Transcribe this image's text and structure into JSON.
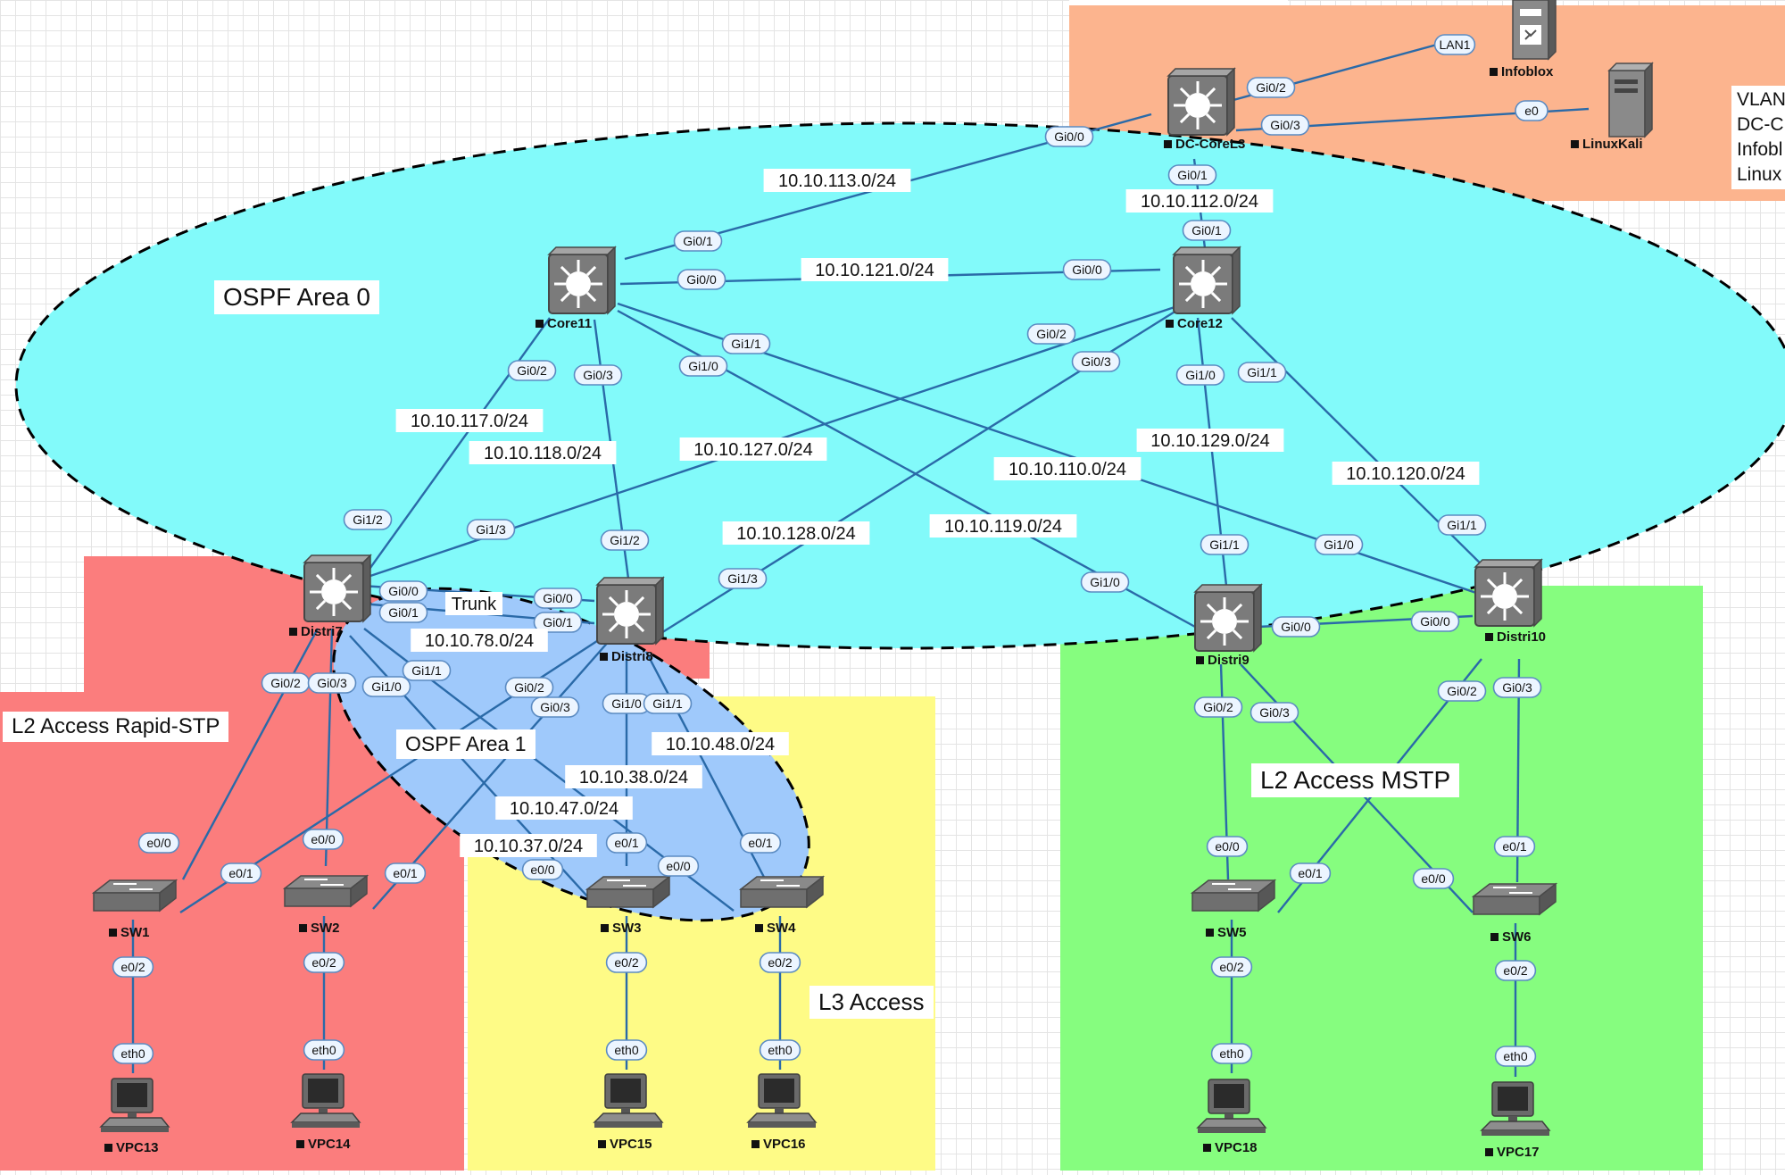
{
  "colors": {
    "dc_zone": "#fcb48e",
    "l2_rapid_zone": "#fb7d7d",
    "l3_zone": "#fefb86",
    "l2_mstp_zone": "#86fd7f",
    "area0": "#82fafa",
    "area1": "#9fc9fb",
    "link": "#2a6aa8",
    "port_fill": "#ecf5ff",
    "port_stroke": "#5b8bc2"
  },
  "zones": [
    {
      "id": "l2_rapid",
      "label": "L2 Access Rapid-STP"
    },
    {
      "id": "l3",
      "label": "L3 Access"
    },
    {
      "id": "l2_mstp",
      "label": "L2 Access MSTP"
    }
  ],
  "areas": [
    {
      "id": "area0",
      "label": "OSPF Area 0"
    },
    {
      "id": "area1",
      "label": "OSPF Area 1"
    }
  ],
  "side_text": [
    "VLAN",
    "DC-C",
    "Infobl",
    "Linux"
  ],
  "nodes": [
    {
      "id": "infoblox",
      "label": "Infoblox",
      "kind": "firewall-icon"
    },
    {
      "id": "linuxkali",
      "label": "LinuxKali",
      "kind": "server-icon"
    },
    {
      "id": "dccore",
      "label": "DC-CoreL3",
      "kind": "l3-switch-icon"
    },
    {
      "id": "core11",
      "label": "Core11",
      "kind": "l3-switch-icon"
    },
    {
      "id": "core12",
      "label": "Core12",
      "kind": "l3-switch-icon"
    },
    {
      "id": "distri7",
      "label": "Distri7",
      "kind": "l3-switch-icon"
    },
    {
      "id": "distri8",
      "label": "Distri8",
      "kind": "l3-switch-icon"
    },
    {
      "id": "distri9",
      "label": "Distri9",
      "kind": "l3-switch-icon"
    },
    {
      "id": "distri10",
      "label": "Distri10",
      "kind": "l3-switch-icon"
    },
    {
      "id": "sw1",
      "label": "SW1",
      "kind": "l2-switch-icon"
    },
    {
      "id": "sw2",
      "label": "SW2",
      "kind": "l2-switch-icon"
    },
    {
      "id": "sw3",
      "label": "SW3",
      "kind": "l2-switch-icon"
    },
    {
      "id": "sw4",
      "label": "SW4",
      "kind": "l2-switch-icon"
    },
    {
      "id": "sw5",
      "label": "SW5",
      "kind": "l2-switch-icon"
    },
    {
      "id": "sw6",
      "label": "SW6",
      "kind": "l2-switch-icon"
    },
    {
      "id": "vpc13",
      "label": "VPC13",
      "kind": "pc-icon"
    },
    {
      "id": "vpc14",
      "label": "VPC14",
      "kind": "pc-icon"
    },
    {
      "id": "vpc15",
      "label": "VPC15",
      "kind": "pc-icon"
    },
    {
      "id": "vpc16",
      "label": "VPC16",
      "kind": "pc-icon"
    },
    {
      "id": "vpc18",
      "label": "VPC18",
      "kind": "pc-icon"
    },
    {
      "id": "vpc17",
      "label": "VPC17",
      "kind": "pc-icon"
    }
  ],
  "links": [
    {
      "from": "dccore",
      "to": "infoblox",
      "ports": [
        "Gi0/2",
        "LAN1"
      ]
    },
    {
      "from": "dccore",
      "to": "linuxkali",
      "ports": [
        "Gi0/3",
        "e0"
      ]
    },
    {
      "from": "dccore",
      "to": "core11",
      "ports": [
        "Gi0/0",
        "Gi0/1"
      ],
      "subnet": "10.10.113.0/24"
    },
    {
      "from": "dccore",
      "to": "core12",
      "ports": [
        "Gi0/1",
        "Gi0/1"
      ],
      "subnet": "10.10.112.0/24"
    },
    {
      "from": "core11",
      "to": "core12",
      "ports": [
        "Gi0/0",
        "Gi0/0"
      ],
      "subnet": "10.10.121.0/24"
    },
    {
      "from": "core11",
      "to": "distri7",
      "ports": [
        "Gi0/2",
        "Gi1/2"
      ],
      "subnet": "10.10.117.0/24"
    },
    {
      "from": "core11",
      "to": "distri8",
      "ports": [
        "Gi0/3",
        "Gi1/2"
      ],
      "subnet": "10.10.118.0/24"
    },
    {
      "from": "core11",
      "to": "distri9",
      "ports": [
        "Gi1/0",
        "Gi1/0"
      ],
      "subnet": "10.10.119.0/24"
    },
    {
      "from": "core11",
      "to": "distri10",
      "ports": [
        "Gi1/1",
        "Gi1/0"
      ],
      "subnet": "10.10.110.0/24"
    },
    {
      "from": "core12",
      "to": "distri7",
      "ports": [
        "Gi0/2",
        "Gi1/3"
      ],
      "subnet": "10.10.127.0/24"
    },
    {
      "from": "core12",
      "to": "distri8",
      "ports": [
        "Gi0/3",
        "Gi1/3"
      ],
      "subnet": "10.10.128.0/24"
    },
    {
      "from": "core12",
      "to": "distri9",
      "ports": [
        "Gi1/0",
        "Gi1/1"
      ],
      "subnet": "10.10.129.0/24"
    },
    {
      "from": "core12",
      "to": "distri10",
      "ports": [
        "Gi1/1",
        "Gi1/1"
      ],
      "subnet": "10.10.120.0/24"
    },
    {
      "from": "distri7",
      "to": "distri8",
      "ports": [
        "Gi0/0",
        "Gi0/0"
      ],
      "subnet": "Trunk"
    },
    {
      "from": "distri7",
      "to": "distri8",
      "ports": [
        "Gi0/1",
        "Gi0/1"
      ],
      "subnet": "10.10.78.0/24"
    },
    {
      "from": "distri9",
      "to": "distri10",
      "ports": [
        "Gi0/0",
        "Gi0/0"
      ]
    },
    {
      "from": "distri7",
      "to": "sw1",
      "ports": [
        "Gi0/2",
        "e0/0"
      ]
    },
    {
      "from": "distri7",
      "to": "sw2",
      "ports": [
        "Gi0/3",
        "e0/0"
      ]
    },
    {
      "from": "distri8",
      "to": "sw1",
      "ports": [
        "Gi0/2",
        "e0/1"
      ]
    },
    {
      "from": "distri8",
      "to": "sw2",
      "ports": [
        "Gi0/3",
        "e0/1"
      ]
    },
    {
      "from": "distri7",
      "to": "sw3",
      "ports": [
        "Gi1/0",
        "e0/0"
      ],
      "subnet": "10.10.37.0/24"
    },
    {
      "from": "distri7",
      "to": "sw4",
      "ports": [
        "Gi1/1",
        "e0/0"
      ],
      "subnet": "10.10.47.0/24"
    },
    {
      "from": "distri8",
      "to": "sw3",
      "ports": [
        "Gi1/0",
        "e0/1"
      ],
      "subnet": "10.10.38.0/24"
    },
    {
      "from": "distri8",
      "to": "sw4",
      "ports": [
        "Gi1/1",
        "e0/1"
      ],
      "subnet": "10.10.48.0/24"
    },
    {
      "from": "distri9",
      "to": "sw5",
      "ports": [
        "Gi0/2",
        "e0/0"
      ]
    },
    {
      "from": "distri9",
      "to": "sw6",
      "ports": [
        "Gi0/3",
        "e0/0"
      ]
    },
    {
      "from": "distri10",
      "to": "sw5",
      "ports": [
        "Gi0/2",
        "e0/1"
      ]
    },
    {
      "from": "distri10",
      "to": "sw6",
      "ports": [
        "Gi0/3",
        "e0/1"
      ]
    },
    {
      "from": "sw1",
      "to": "vpc13",
      "ports": [
        "e0/2",
        "eth0"
      ]
    },
    {
      "from": "sw2",
      "to": "vpc14",
      "ports": [
        "e0/2",
        "eth0"
      ]
    },
    {
      "from": "sw3",
      "to": "vpc15",
      "ports": [
        "e0/2",
        "eth0"
      ]
    },
    {
      "from": "sw4",
      "to": "vpc16",
      "ports": [
        "e0/2",
        "eth0"
      ]
    },
    {
      "from": "sw5",
      "to": "vpc18",
      "ports": [
        "e0/2",
        "eth0"
      ]
    },
    {
      "from": "sw6",
      "to": "vpc17",
      "ports": [
        "e0/2",
        "eth0"
      ]
    }
  ]
}
